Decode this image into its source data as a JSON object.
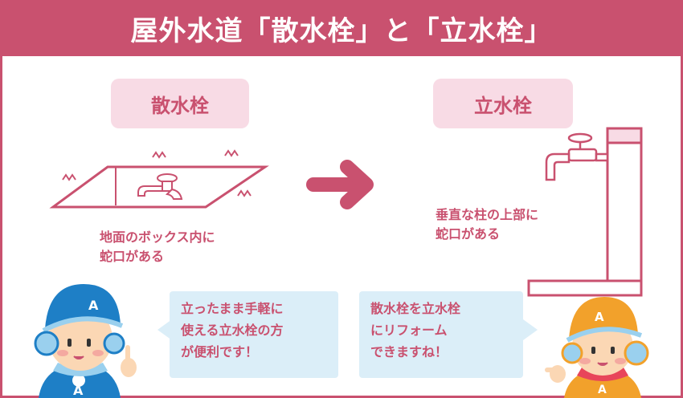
{
  "title": "屋外水道「散水栓」と「立水栓」",
  "left": {
    "label": "散水栓",
    "caption": "地面のボックス内に\n蛇口がある"
  },
  "right": {
    "label": "立水栓",
    "caption": "垂直な柱の上部に\n蛇口がある"
  },
  "bubbles": {
    "left": "立ったまま手軽に\n使える立水栓の方\nが便利です！",
    "right": "散水栓を立水栓\nにリフォーム\nできますね！"
  },
  "cap_letter": "A",
  "colors": {
    "accent": "#c9516f",
    "pill_bg": "#f8dbe5",
    "bubble_bg": "#dbeef8",
    "boy_cap": "#1e7fc6",
    "girl_cap": "#f2a12b"
  }
}
